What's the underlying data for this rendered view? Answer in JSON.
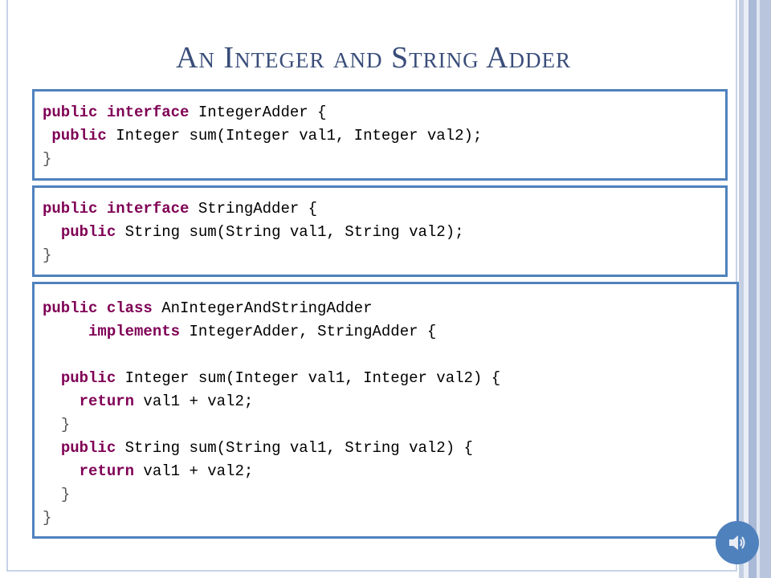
{
  "slide": {
    "title": "An Integer and String Adder"
  },
  "code_blocks": [
    {
      "lines": [
        {
          "indent": "",
          "kw": "public interface",
          "rest": " IntegerAdder {"
        },
        {
          "indent": " ",
          "kw": "public",
          "rest": " Integer sum(Integer val1, Integer val2);"
        },
        {
          "indent": "",
          "kw": "",
          "rest": "}"
        }
      ]
    },
    {
      "lines": [
        {
          "indent": "",
          "kw": "public interface",
          "rest": " StringAdder {"
        },
        {
          "indent": "  ",
          "kw": "public",
          "rest": " String sum(String val1, String val2);"
        },
        {
          "indent": "",
          "kw": "",
          "rest": "}"
        }
      ]
    },
    {
      "lines": [
        {
          "indent": "",
          "kw": "public class",
          "rest": " AnIntegerAndStringAdder"
        },
        {
          "indent": "     ",
          "kw": "implements",
          "rest": " IntegerAdder, StringAdder {"
        },
        {
          "indent": "",
          "kw": "",
          "rest": ""
        },
        {
          "indent": "  ",
          "kw": "public",
          "rest": " Integer sum(Integer val1, Integer val2) {"
        },
        {
          "indent": "    ",
          "kw": "return",
          "rest": " val1 + val2;"
        },
        {
          "indent": "  ",
          "kw": "",
          "rest": "}"
        },
        {
          "indent": "  ",
          "kw": "public",
          "rest": " String sum(String val1, String val2) {"
        },
        {
          "indent": "    ",
          "kw": "return",
          "rest": " val1 + val2;"
        },
        {
          "indent": "  ",
          "kw": "",
          "rest": "}"
        },
        {
          "indent": "",
          "kw": "",
          "rest": "}"
        }
      ]
    }
  ],
  "audio": {
    "icon": "speaker-icon",
    "color": "#4f81bd"
  }
}
